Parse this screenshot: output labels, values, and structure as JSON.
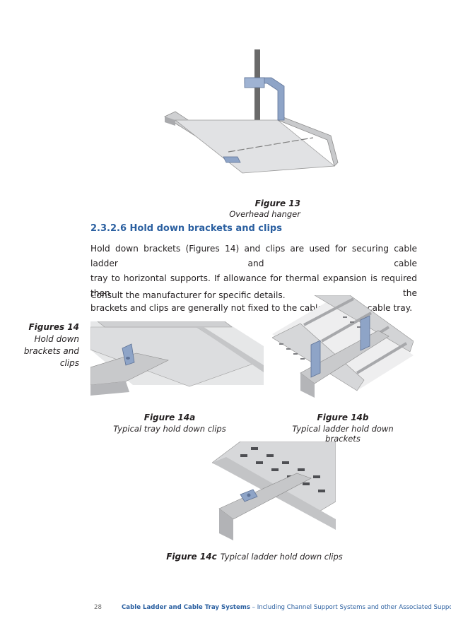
{
  "figure13": {
    "title": "Figure 13",
    "caption": "Overhead hanger"
  },
  "section": {
    "heading": "2.3.2.6 Hold down brackets and clips",
    "paragraph1_line1": "Hold down brackets (Figures 14) and clips are used for securing cable ladder and cable",
    "paragraph1_line2": "tray to horizontal supports. If allowance for thermal expansion is required then the",
    "paragraph1_line3": "brackets and clips are generally not fixed to the cable ladder or cable tray.",
    "paragraph2": "Consult the manufacturer for specific details."
  },
  "sidebar": {
    "line1": "Figures 14",
    "line2": "Hold down",
    "line3": "brackets and",
    "line4": "clips"
  },
  "figure14a": {
    "title": "Figure 14a",
    "caption": "Typical tray hold down clips"
  },
  "figure14b": {
    "title": "Figure 14b",
    "caption": "Typical ladder hold down brackets"
  },
  "figure14c": {
    "title": "Figure 14c",
    "caption": "Typical ladder hold down clips"
  },
  "footer": {
    "page_number": "28",
    "title": "Cable Ladder and Cable Tray Systems",
    "subtitle": " – Including Channel Support Systems and other Associated Supports"
  },
  "colors": {
    "heading_blue": "#2a5fa0",
    "text": "#231f20",
    "bracket_blue": "#8ea4c7",
    "metal": "#d9dadc"
  }
}
